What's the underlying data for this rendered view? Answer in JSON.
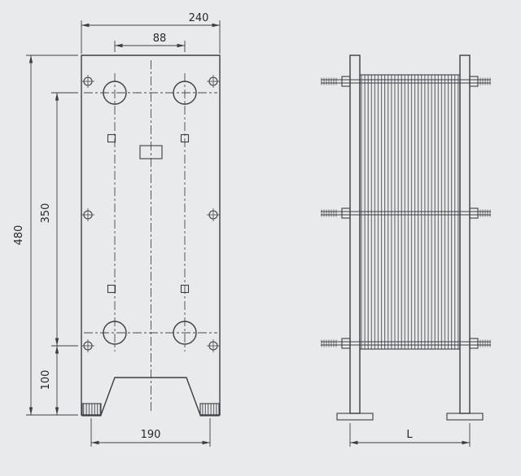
{
  "page": {
    "background": "#e9eaec",
    "line_color": "#3b3f42",
    "text_color": "#24282b"
  },
  "front_view": {
    "dim_overall_width": "240",
    "dim_port_spacing_horizontal": "88",
    "dim_overall_height": "480",
    "dim_port_spacing_vertical": "350",
    "dim_bottom_section_height": "100",
    "dim_base_width": "190"
  },
  "side_view": {
    "dim_length": "L"
  }
}
